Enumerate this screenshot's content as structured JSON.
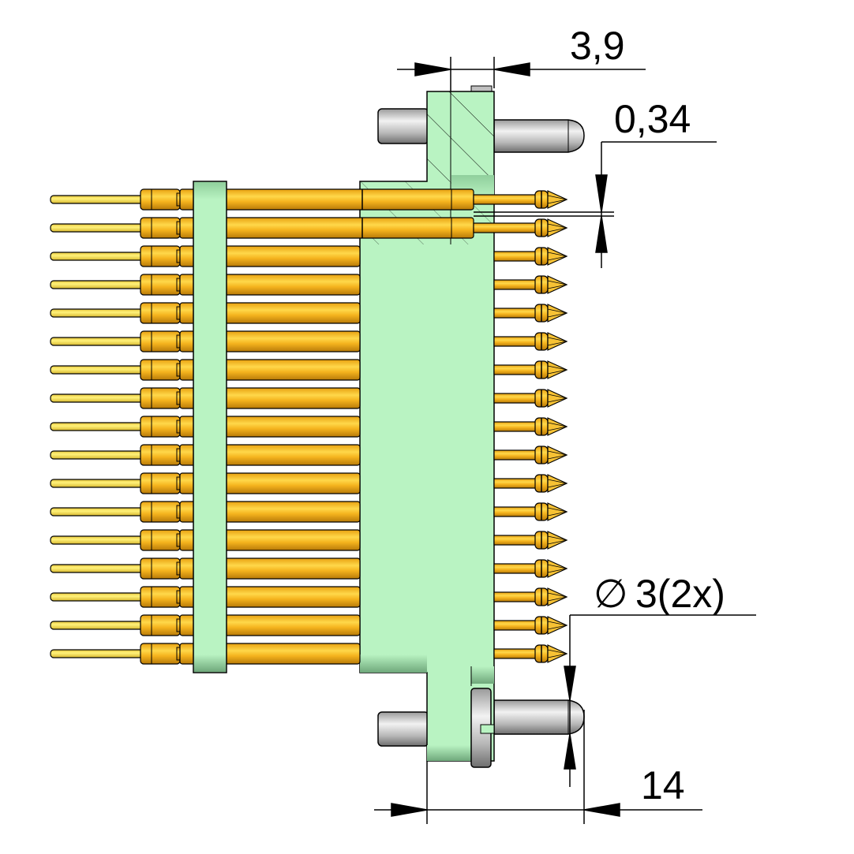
{
  "drawing": {
    "pin_rows": 17,
    "colors": {
      "gold": "#f5b41e",
      "gold_dark": "#c88a0a",
      "tail": "#fbe95a",
      "housing": "#b9f3c2",
      "housing_shade": "#7fb98a",
      "steel": "#c8c8c8",
      "line": "#000000"
    },
    "dimensions": {
      "width_top": "3,9",
      "gap": "0,34",
      "dowel_diameter": "3(2x)",
      "diameter_symbol": "∅",
      "dowel_length": "14"
    }
  }
}
